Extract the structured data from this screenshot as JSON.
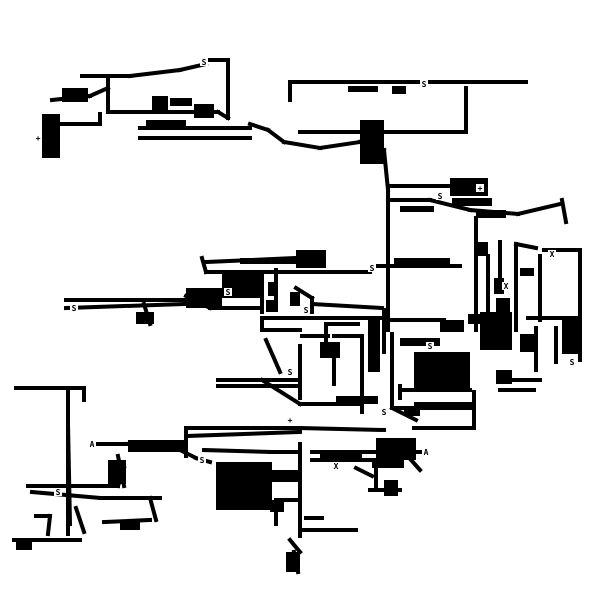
{
  "map": {
    "background_color": "#ffffff",
    "wall_color": "#000000",
    "glyph_color": "#000000",
    "legend": {
      "start_marker": "S",
      "altar_marker": "A",
      "blocked_marker": "X",
      "item_marker": "+"
    },
    "markers": [
      {
        "glyph": "S",
        "role": "start"
      },
      {
        "glyph": "S",
        "role": "start"
      },
      {
        "glyph": "S",
        "role": "start"
      },
      {
        "glyph": "S",
        "role": "start"
      },
      {
        "glyph": "S",
        "role": "start"
      },
      {
        "glyph": "S",
        "role": "start"
      },
      {
        "glyph": "S",
        "role": "start"
      },
      {
        "glyph": "S",
        "role": "start"
      },
      {
        "glyph": "S",
        "role": "start"
      },
      {
        "glyph": "S",
        "role": "start"
      },
      {
        "glyph": "S",
        "role": "start"
      },
      {
        "glyph": "S",
        "role": "start"
      },
      {
        "glyph": "S",
        "role": "start"
      },
      {
        "glyph": "A",
        "role": "altar"
      },
      {
        "glyph": "A",
        "role": "altar"
      },
      {
        "glyph": "X",
        "role": "blocked"
      },
      {
        "glyph": "X",
        "role": "blocked"
      },
      {
        "glyph": "X",
        "role": "blocked"
      },
      {
        "glyph": "+",
        "role": "item"
      },
      {
        "glyph": "+",
        "role": "item"
      },
      {
        "glyph": "+",
        "role": "item"
      }
    ]
  }
}
